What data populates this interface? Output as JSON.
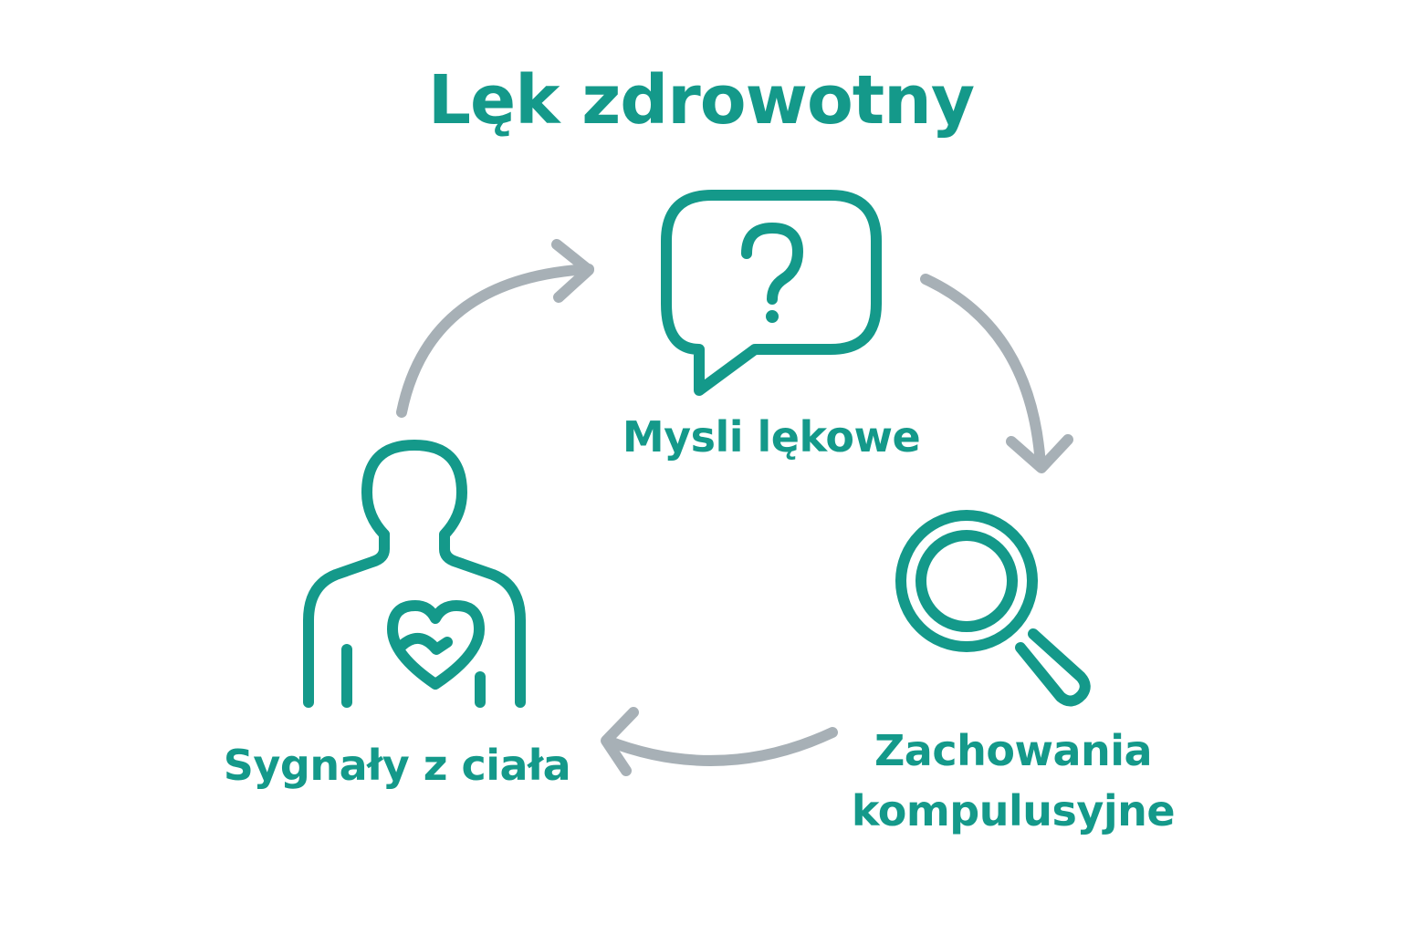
{
  "title": "Lęk zdrowotny",
  "nodes": {
    "thoughts": {
      "label": "Mysli lękowe",
      "icon": "speech-bubble-question-icon"
    },
    "behaviors": {
      "line1": "Zachowania",
      "line2": "kompulusyjne",
      "icon": "magnifying-glass-icon"
    },
    "body": {
      "label": "Sygnały z ciała",
      "icon": "person-heart-icon"
    }
  },
  "colors": {
    "accent": "#14998a",
    "arrow": "#a7b0b6",
    "background": "#ffffff"
  }
}
